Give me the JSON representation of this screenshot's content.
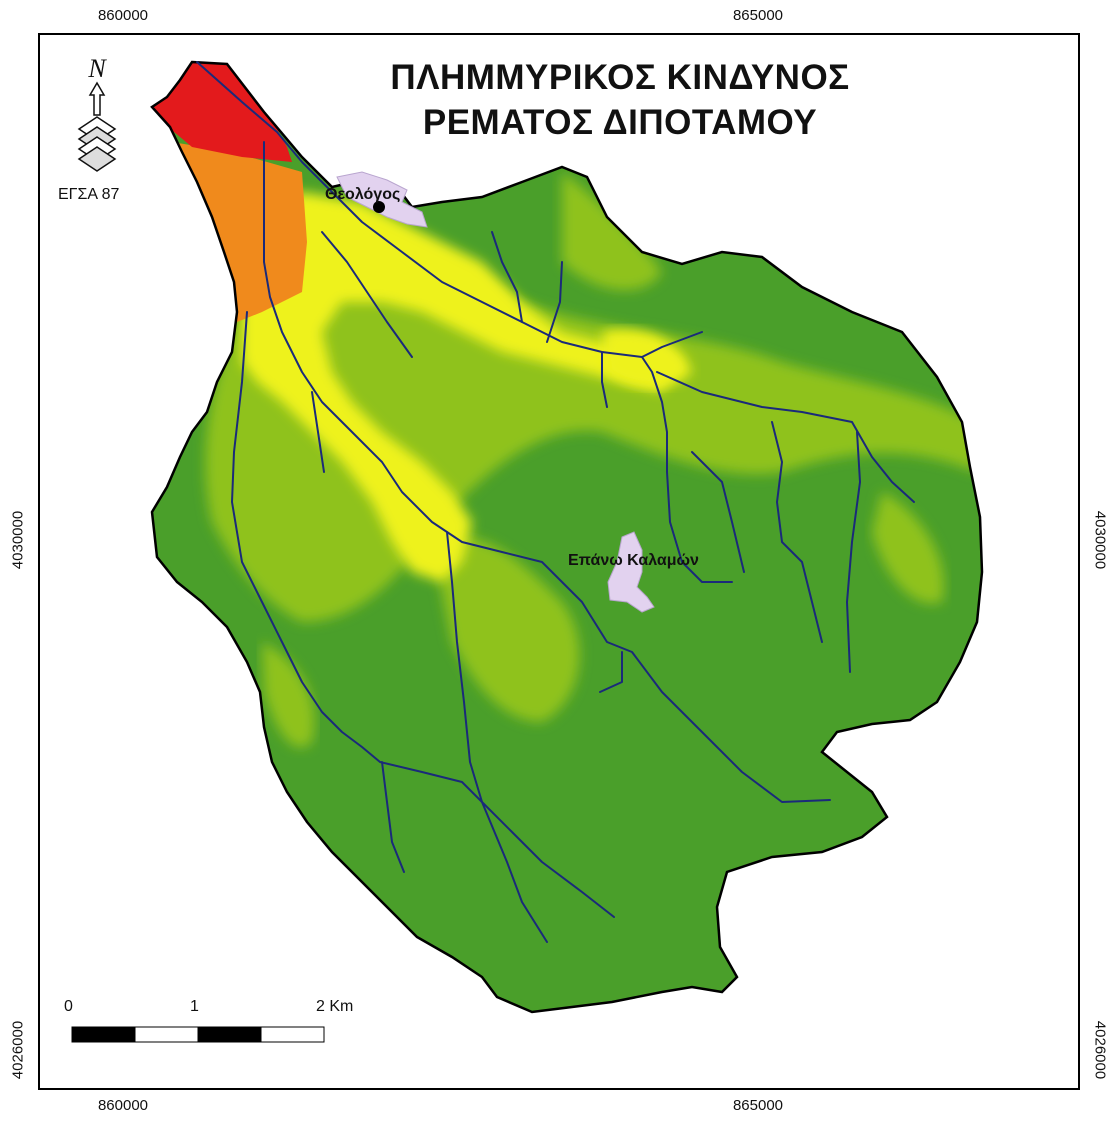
{
  "title": {
    "line1": "ΠΛΗΜΜΥΡΙΚΟΣ ΚΙΝΔΥΝΟΣ",
    "line2": "ΡΕΜΑΤΟΣ ΔΙΠΟΤΑΜΟΥ"
  },
  "north_arrow": {
    "letter": "N",
    "icon": "north-arrow-icon"
  },
  "crs": "ΕΓΣΑ 87",
  "grid_labels": {
    "x": [
      "860000",
      "865000"
    ],
    "y": [
      "4030000",
      "4026000"
    ]
  },
  "places": {
    "theologos": "Θεολόγος",
    "epano_kalamon": "Επάνω Καλαμών"
  },
  "scale_bar": {
    "labels": [
      "0",
      "1",
      "2 Km"
    ]
  },
  "colors": {
    "very_high": "#e31a1c",
    "high": "#f08a1c",
    "medium": "#eef21e",
    "low": "#8fc21f",
    "very_low": "#4a9f2a",
    "settlement": "#e2d2ef",
    "stream": "#1a2a7a"
  }
}
